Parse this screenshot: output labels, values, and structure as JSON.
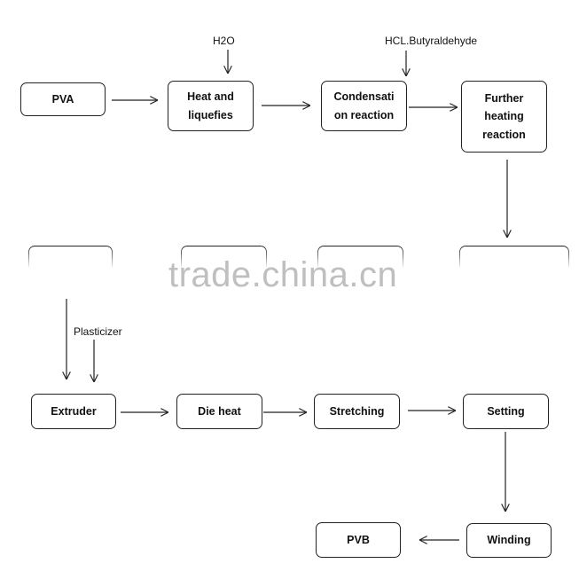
{
  "steps": {
    "pva": "PVA",
    "heat": "Heat and\nliquefies",
    "condensation": "Condensati\non reaction",
    "further": "Further\nheating\nreaction",
    "extruder": "Extruder",
    "die_heat": "Die heat",
    "stretching": "Stretching",
    "setting": "Setting",
    "winding": "Winding",
    "pvb": "PVB"
  },
  "inputs": {
    "h2o": "H2O",
    "hcl": "HCL.Butyraldehyde",
    "plasticizer": "Plasticizer"
  },
  "watermark": "trade.china.cn"
}
